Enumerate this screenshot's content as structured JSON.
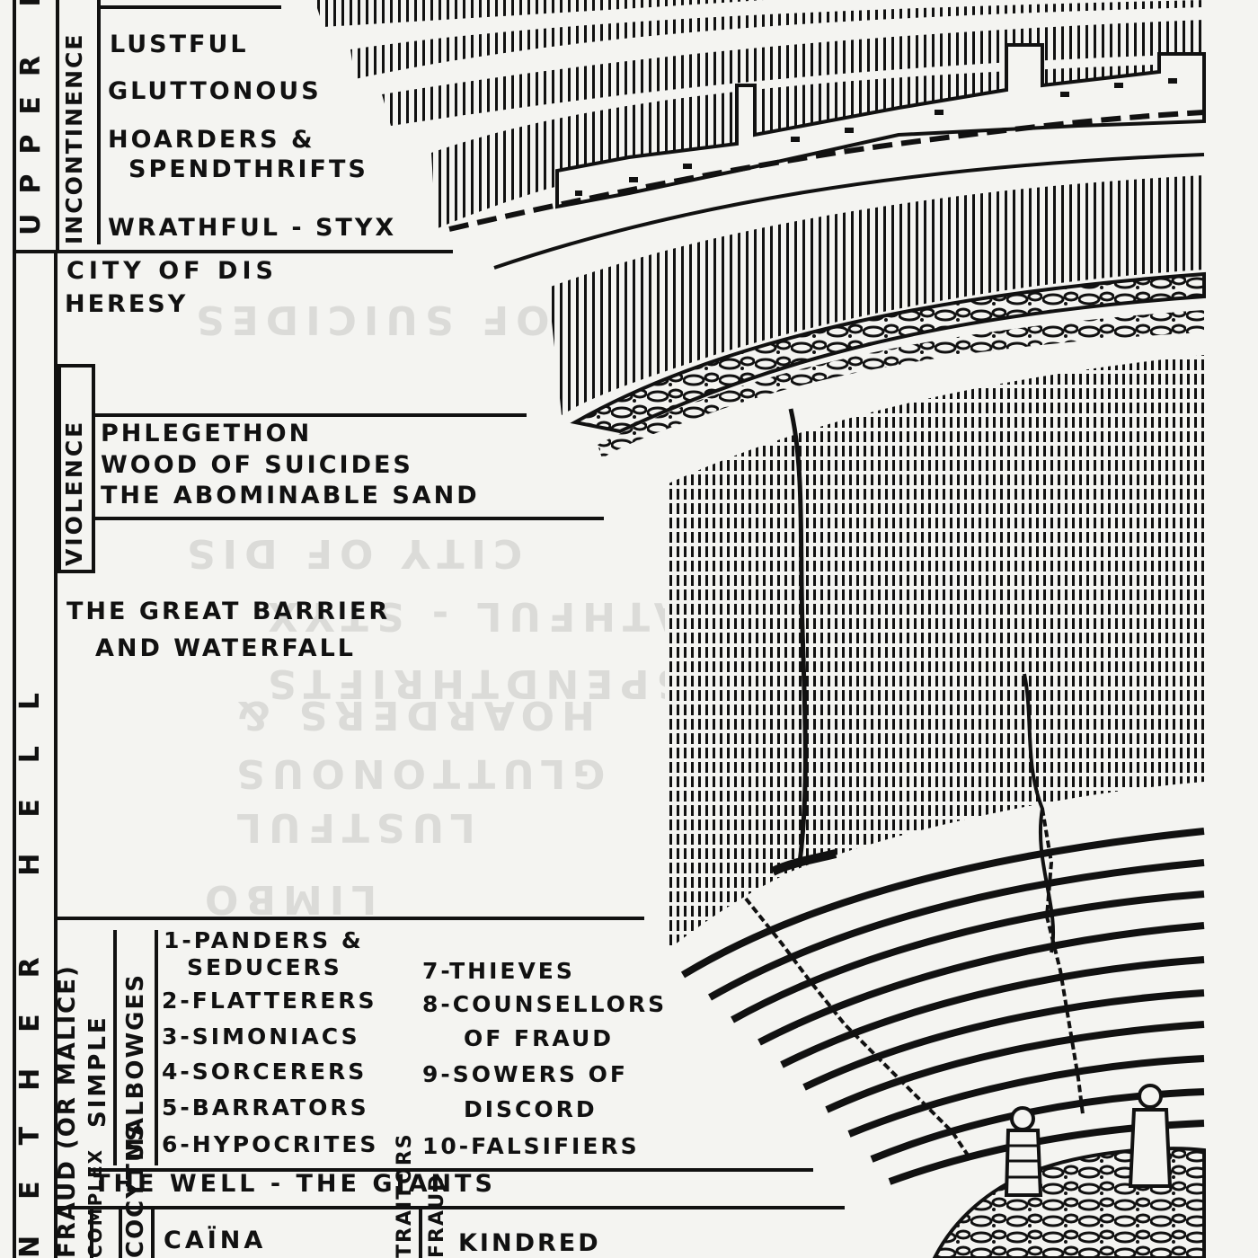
{
  "sections": {
    "upper_hell": "UPPER HELL",
    "nether_hell": "NETHER HELL",
    "incontinence": "INCONTINENCE",
    "violence": "VIOLENCE",
    "fraud_simple": "FRAUD (OR MALICE)",
    "simple": "SIMPLE",
    "malbowges": "MALBOWGES",
    "complex": "COMPLEX",
    "fraud_complex_short": "FRAUD",
    "traitors_short": "TRAITORS",
    "cocytus_short": "COCYTUS"
  },
  "incontinence_items": [
    "LUSTFUL",
    "GLUTTONOUS",
    "HOARDERS &",
    "SPENDTHRIFTS",
    "WRATHFUL - STYX"
  ],
  "dis_items": [
    "CITY OF DIS",
    "HERESY"
  ],
  "violence_items": [
    "PHLEGETHON",
    "WOOD OF SUICIDES",
    "THE ABOMINABLE SAND"
  ],
  "barrier": [
    "THE GREAT BARRIER",
    "AND WATERFALL"
  ],
  "malbowges_left": [
    "1-PANDERS &",
    "SEDUCERS",
    "2-FLATTERERS",
    "3-SIMONIACS",
    "4-SORCERERS",
    "5-BARRATORS",
    "6-HYPOCRITES"
  ],
  "malbowges_right": [
    "7-THIEVES",
    "8-COUNSELLORS",
    "OF FRAUD",
    "9-SOWERS OF",
    "DISCORD",
    "10-FALSIFIERS"
  ],
  "well": "THE WELL - THE GIANTS",
  "cocytus_items": [
    "CAÏNA",
    "KINDRED"
  ],
  "colors": {
    "ink": "#111111",
    "paper": "#f4f4f1",
    "ghost": "#d9d9d6"
  },
  "ghost_text": [
    "CITY OF DIS",
    "WRATHFUL - STYX",
    "SPENDTHRIFTS",
    "HOARDERS &",
    "GLUTTONOUS",
    "LUSTFUL",
    "LIMBO",
    "WOOD OF SUICIDES"
  ]
}
